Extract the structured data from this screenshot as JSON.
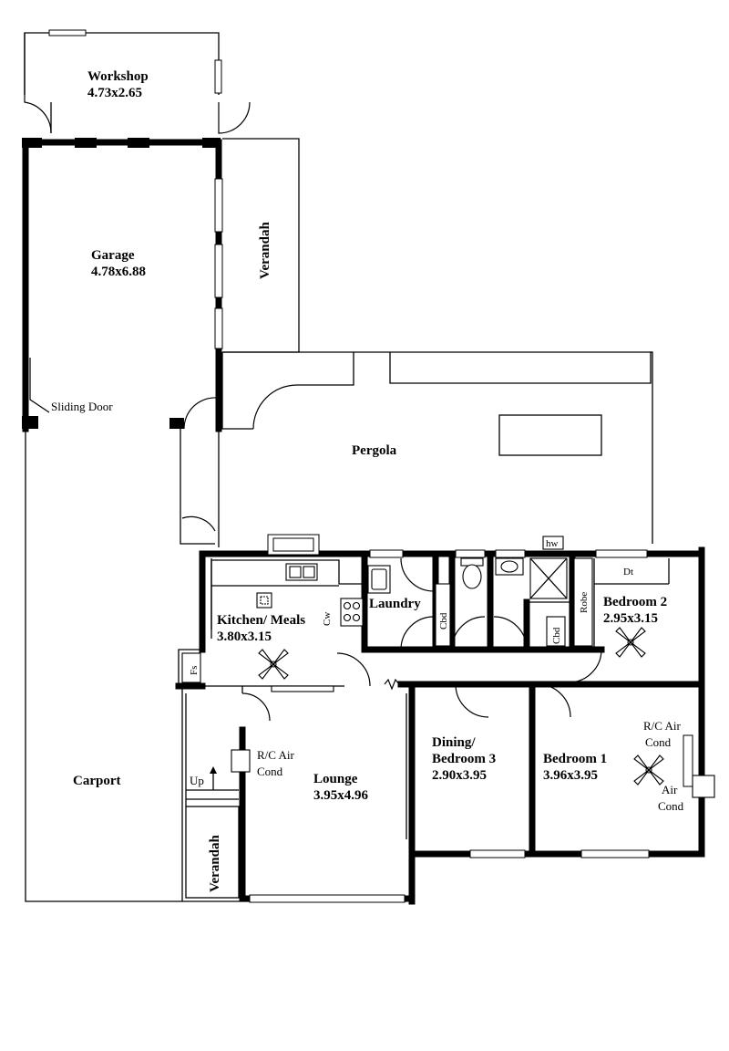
{
  "rooms": {
    "workshop": {
      "name": "Workshop",
      "size": "4.73x2.65"
    },
    "garage": {
      "name": "Garage",
      "size": "4.78x6.88"
    },
    "kitchen": {
      "name": "Kitchen/ Meals",
      "size": "3.80x3.15"
    },
    "bedroom2": {
      "name": "Bedroom 2",
      "size": "2.95x3.15"
    },
    "dining": {
      "name": "Dining/",
      "name2": "Bedroom 3",
      "size": "2.90x3.95"
    },
    "bedroom1": {
      "name": "Bedroom 1",
      "size": "3.96x3.95"
    },
    "lounge": {
      "name": "Lounge",
      "size": "3.95x4.96"
    }
  },
  "labels": {
    "verandah_top": "Verandah",
    "verandah_bottom": "Verandah",
    "sliding_door": "Sliding Door",
    "pergola": "Pergola",
    "carport": "Carport",
    "laundry": "Laundry",
    "up": "Up",
    "fs": "Fs",
    "cw": "Cw",
    "cbd_laundry": "Cbd",
    "cbd_bath": "Cbd",
    "robe": "Robe",
    "dt": "Dt",
    "hw": "hw",
    "rc_lounge_1": "R/C Air",
    "rc_lounge_2": "Cond",
    "rc_bed1_1": "R/C Air",
    "rc_bed1_2": "Cond",
    "air_bed1_1": "Air",
    "air_bed1_2": "Cond"
  }
}
